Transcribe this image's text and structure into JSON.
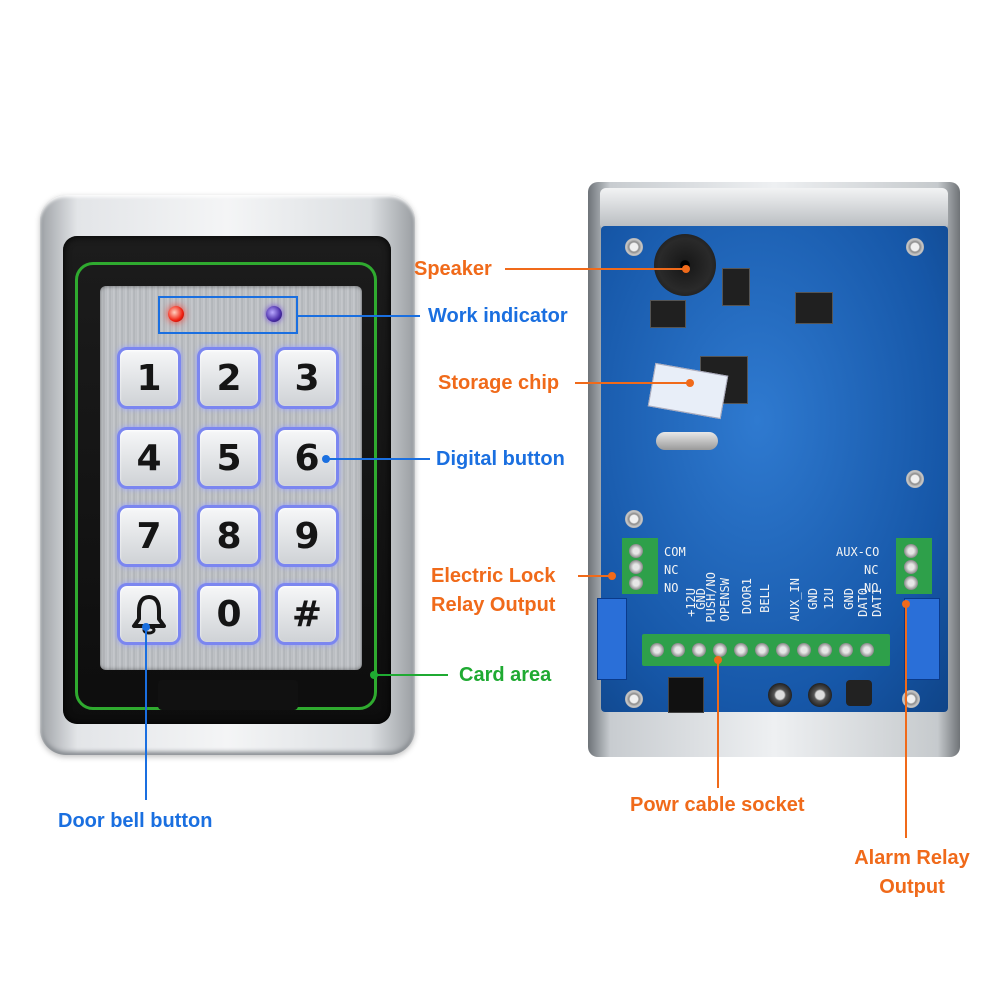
{
  "keypad": {
    "keys": [
      "1",
      "2",
      "3",
      "4",
      "5",
      "6",
      "7",
      "8",
      "9",
      "bell",
      "0",
      "#"
    ]
  },
  "pcb": {
    "left_terminal_labels": [
      "COM",
      "NC",
      "NO"
    ],
    "right_terminal_labels": [
      "AUX-CO",
      "NC",
      "NO"
    ],
    "strip_labels": [
      "+12U",
      "GND",
      "PUSH/NO",
      "OPENSW",
      "DOOR1",
      "BELL",
      "AUX_IN",
      "GND",
      "12U",
      "GND",
      "DAT0",
      "DAT1"
    ]
  },
  "callouts": {
    "speaker": "Speaker",
    "work_indicator": "Work indicator",
    "storage_chip": "Storage chip",
    "digital_button": "Digital button",
    "electric_lock_line1": "Electric Lock",
    "electric_lock_line2": "Relay Output",
    "card_area": "Card area",
    "door_bell_button": "Door bell button",
    "power_cable_socket": "Powr cable socket",
    "alarm_relay_line1": "Alarm Relay",
    "alarm_relay_line2": "Output"
  },
  "colors": {
    "blue_label": "#1a6fe0",
    "orange_label": "#f06a1a",
    "green_label": "#1faa32"
  }
}
